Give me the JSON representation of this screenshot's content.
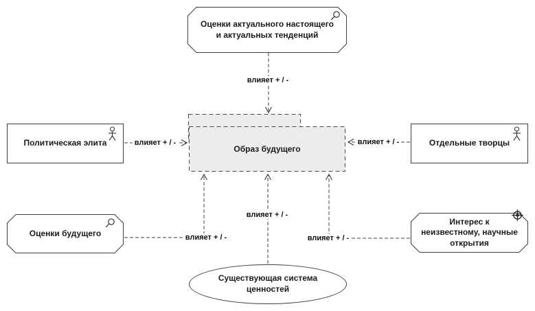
{
  "canvas": {
    "background": "#ffffff",
    "line_color": "#3f3f3f",
    "center_fill": "#ececec"
  },
  "nodes": {
    "assessment_present": {
      "label": "Оценки актуального настоящего и актуальных тенденций",
      "icon": "magnifier-icon",
      "shape": "chamfered-rect"
    },
    "political_elite": {
      "label": "Политическая элита",
      "icon": "actor-icon",
      "shape": "rect"
    },
    "image_of_future": {
      "label": "Образ будущего",
      "shape": "double-dashed-rect",
      "fill": "#ececec"
    },
    "individual_creators": {
      "label": "Отдельные творцы",
      "icon": "actor-icon",
      "shape": "rect"
    },
    "assessment_future": {
      "label": "Оценки будущего",
      "icon": "magnifier-icon",
      "shape": "chamfered-rect"
    },
    "interest_unknown": {
      "label": "Интерес к неизвестному, научные открытия",
      "icon": "driver-icon",
      "shape": "chamfered-rect"
    },
    "value_system": {
      "label": "Существующая система ценностей",
      "shape": "ellipse"
    }
  },
  "connectors": [
    {
      "from": "assessment_present",
      "to": "image_of_future",
      "label": "влияет + / -"
    },
    {
      "from": "political_elite",
      "to": "image_of_future",
      "label": "влияет + / -"
    },
    {
      "from": "individual_creators",
      "to": "image_of_future",
      "label": "влияет + / -"
    },
    {
      "from": "value_system",
      "to": "image_of_future",
      "label": "влияет + / -"
    },
    {
      "from": "assessment_future",
      "to": "image_of_future",
      "label": "влияет + / -"
    },
    {
      "from": "interest_unknown",
      "to": "image_of_future",
      "label": "влияет + / -"
    }
  ]
}
